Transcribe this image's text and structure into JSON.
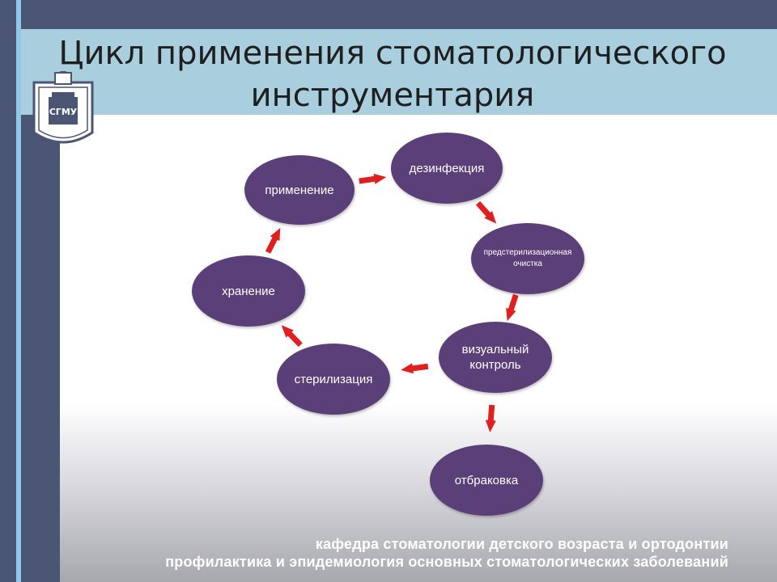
{
  "slide": {
    "title_line1": "Цикл применения стоматологического",
    "title_line2": "инструментария",
    "logo": {
      "icon": "university-emblem-icon",
      "text": "СГМУ"
    },
    "footer_line1": "кафедра стоматологии детского возраста и ортодонтии",
    "footer_line2": "профилактика и эпидемиология основных стоматологических заболеваний"
  },
  "diagram": {
    "nodes": [
      {
        "id": "primenenie",
        "label": "применение"
      },
      {
        "id": "dezinfekciya",
        "label": "дезинфекция"
      },
      {
        "id": "predsterilizacionnaya",
        "label": "предстерилизационная очистка"
      },
      {
        "id": "vizualnyi-kontrol",
        "label": "визуальный контроль"
      },
      {
        "id": "sterilizaciya",
        "label": "стерилизация"
      },
      {
        "id": "hranenie",
        "label": "хранение"
      },
      {
        "id": "otbrakovka",
        "label": "отбраковка"
      }
    ],
    "edges": [
      {
        "from": "primenenie",
        "to": "dezinfekciya"
      },
      {
        "from": "dezinfekciya",
        "to": "predsterilizacionnaya"
      },
      {
        "from": "predsterilizacionnaya",
        "to": "vizualnyi-kontrol"
      },
      {
        "from": "vizualnyi-kontrol",
        "to": "sterilizaciya"
      },
      {
        "from": "sterilizaciya",
        "to": "hranenie"
      },
      {
        "from": "hranenie",
        "to": "primenenie"
      },
      {
        "from": "vizualnyi-kontrol",
        "to": "otbrakovka"
      }
    ],
    "colors": {
      "node": "#5b3f78",
      "arrow": "#e02020",
      "title_band": "#a9cede",
      "sidebar": "#4a5674"
    }
  }
}
